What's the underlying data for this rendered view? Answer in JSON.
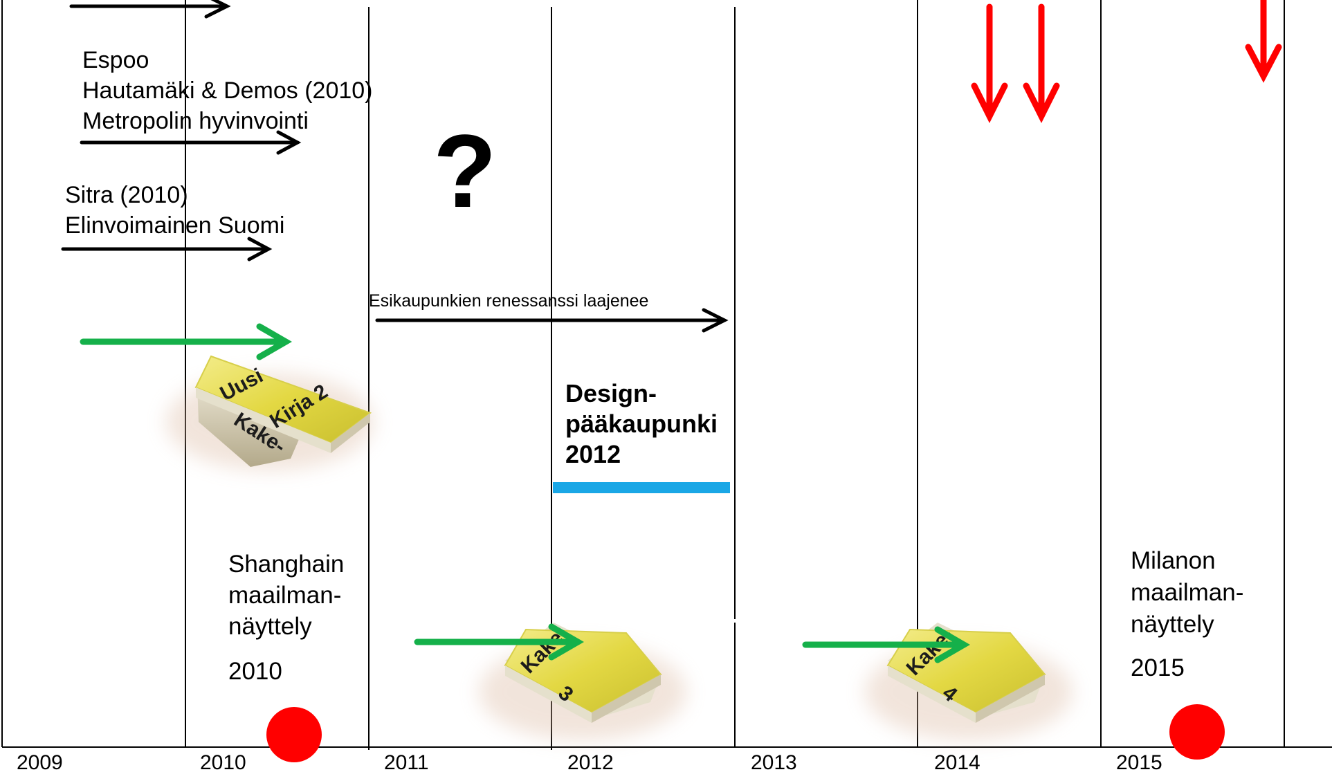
{
  "timeline": {
    "years": [
      "2009",
      "2010",
      "2011",
      "2012",
      "2013",
      "2014",
      "2015"
    ]
  },
  "labels": {
    "espoo_line1": "Espoo",
    "espoo_line2": "Hautamäki & Demos (2010)",
    "espoo_line3": "Metropolin hyvinvointi",
    "sitra_line1": "Sitra (2010)",
    "sitra_line2": "Elinvoimainen Suomi",
    "question_mark": "?",
    "renaissance": "Esikaupunkien renessanssi laajenee",
    "design_line1": "Design-",
    "design_line2": "pääkaupunki",
    "design_line3": "2012",
    "shanghai_line1": "Shanghain",
    "shanghai_line2": "maailman-",
    "shanghai_line3": "näyttely",
    "shanghai_line4": "2010",
    "milan_line1": "Milanon",
    "milan_line2": "maailman-",
    "milan_line3": "näyttely",
    "milan_line4": "2015"
  },
  "books": {
    "book1": {
      "line1": "Uusi",
      "line2": "Kake-",
      "line3": "Kirja 2"
    },
    "book2": {
      "line1": "Kake-",
      "line2": "3"
    },
    "book3": {
      "line1": "Kake-",
      "line2": "4"
    }
  },
  "colors": {
    "green_arrow": "#15b04a",
    "red_arrow": "#ff0000",
    "black_arrow": "#000000",
    "blue_bar": "#1aa7e6",
    "book_face": "#e6dc4a",
    "event_dot": "#ff0000"
  }
}
